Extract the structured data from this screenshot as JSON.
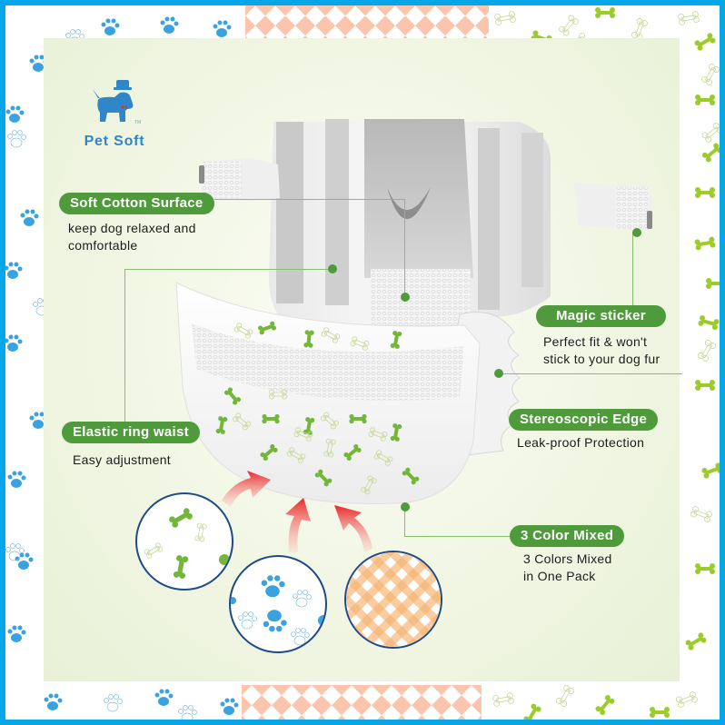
{
  "brand": {
    "name": "Pet Soft",
    "trademark": "TM",
    "logo_icon": "schnauzer-dog-icon",
    "color": "#2f86c8"
  },
  "colors": {
    "frame_border": "#06a7e8",
    "pill_green": "#4f9a3a",
    "leader_line": "#86c06a",
    "paw_blue": "#3aa2e0",
    "bone_green": "#9ccc2a",
    "gingham_orange": "#f69669",
    "arrow_red": "#e8262a",
    "panel_bg": "#eef4df"
  },
  "product": {
    "name": "dog diaper",
    "image": "disposable-dog-diaper-illustration"
  },
  "features": [
    {
      "id": "soft-cotton-surface",
      "title": "Soft Cotton Surface",
      "desc_lines": [
        "keep dog relaxed and",
        "comfortable"
      ]
    },
    {
      "id": "magic-sticker",
      "title": "Magic sticker",
      "desc_lines": [
        "Perfect fit & won't",
        "stick to your dog fur"
      ]
    },
    {
      "id": "elastic-ring-waist",
      "title": "Elastic ring waist",
      "desc_lines": [
        "Easy adjustment"
      ]
    },
    {
      "id": "stereoscopic-edge",
      "title": "Stereoscopic Edge",
      "desc_lines": [
        "Leak-proof Protection"
      ]
    },
    {
      "id": "3-color-mixed",
      "title": "3 Color Mixed",
      "desc_lines": [
        "3 Colors Mixed",
        "in One Pack"
      ]
    }
  ],
  "swatches": [
    {
      "pattern": "green-bones",
      "icon": "bone-icon"
    },
    {
      "pattern": "blue-paws",
      "icon": "paw-icon"
    },
    {
      "pattern": "orange-gingham",
      "icon": "gingham-pattern"
    }
  ],
  "glyphs": {
    "paw": "🐾",
    "bone": "❖"
  }
}
